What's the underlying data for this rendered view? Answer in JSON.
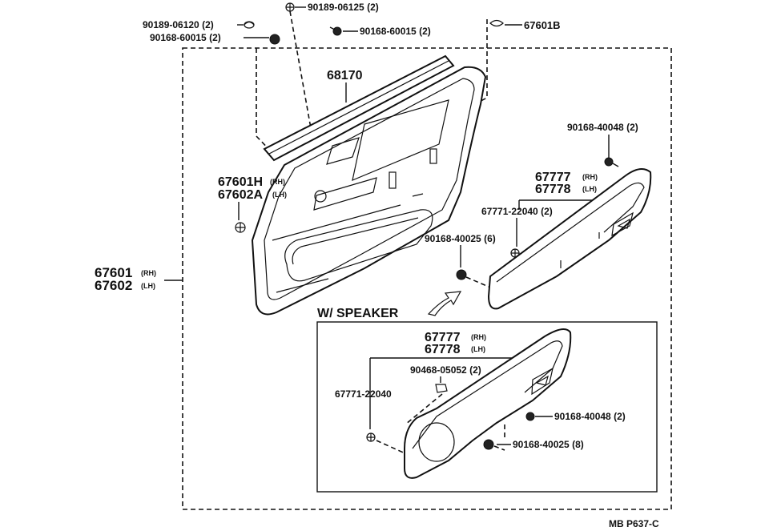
{
  "labels": {
    "clip_upper_top": "90189-06125 (2)",
    "clip_upper_left": "90189-06120 (2)",
    "screw_upper_left": "90168-60015 (2)",
    "screw_upper_mid": "90168-60015 (2)",
    "clip_upper_right": "67601B",
    "panel_weatherstrip": "68170",
    "screw_armrest": "90168-40048 (2)",
    "handle_bezel_rh": "67601H",
    "handle_bezel_rh_suffix": "(RH)",
    "handle_bezel_lh": "67602A",
    "handle_bezel_lh_suffix": "(LH)",
    "armrest_rh": "67777",
    "armrest_rh_suffix": "(RH)",
    "armrest_lh": "67778",
    "armrest_lh_suffix": "(LH)",
    "armrest_clip": "67771-22040 (2)",
    "screw_armrest_lower": "90168-40025 (6)",
    "door_trim_rh": "67601",
    "door_trim_rh_suffix": "(RH)",
    "door_trim_lh": "67602",
    "door_trim_lh_suffix": "(LH)",
    "speaker_title": "W/ SPEAKER",
    "speaker_armrest_rh": "67777",
    "speaker_armrest_rh_suffix": "(RH)",
    "speaker_armrest_lh": "67778",
    "speaker_armrest_lh_suffix": "(LH)",
    "speaker_nut": "90468-05052 (2)",
    "speaker_clip": "67771-22040",
    "speaker_screw_upper": "90168-40048 (2)",
    "speaker_screw_lower": "90168-40025 (8)",
    "figure_code": "MB  P637-C"
  }
}
